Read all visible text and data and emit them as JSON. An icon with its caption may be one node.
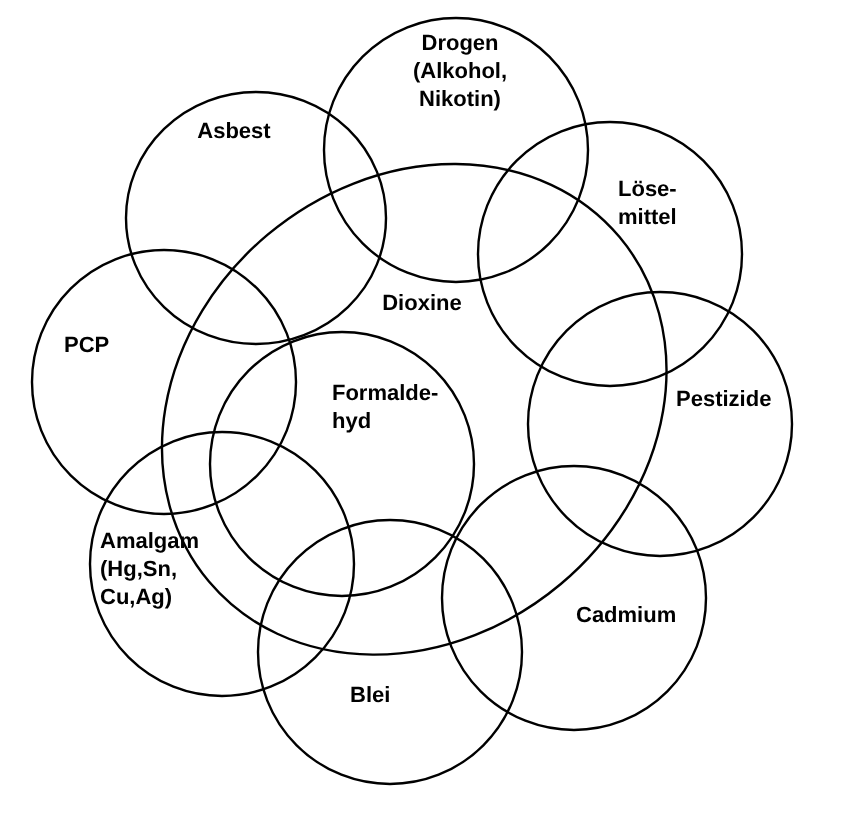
{
  "diagram": {
    "nodes": [
      {
        "text": [
          "Drogen (Alkohol, Nikotin)"
        ]
      },
      {
        "text": [
          "Asbest"
        ]
      },
      {
        "text": [
          "Löse- mittel"
        ]
      },
      {
        "text": [
          "Dioxine"
        ]
      },
      {
        "text": [
          "PCP"
        ]
      },
      {
        "text": [
          "Formalde- hyd"
        ],
        "in": 3
      },
      {
        "text": [
          "Pestizide"
        ]
      },
      {
        "text": [
          "Amalgam (Hg,Sn, Cu,Ag)"
        ]
      },
      {
        "text": [
          "Cadmium"
        ]
      },
      {
        "text": [
          "Blei"
        ]
      }
    ]
  }
}
